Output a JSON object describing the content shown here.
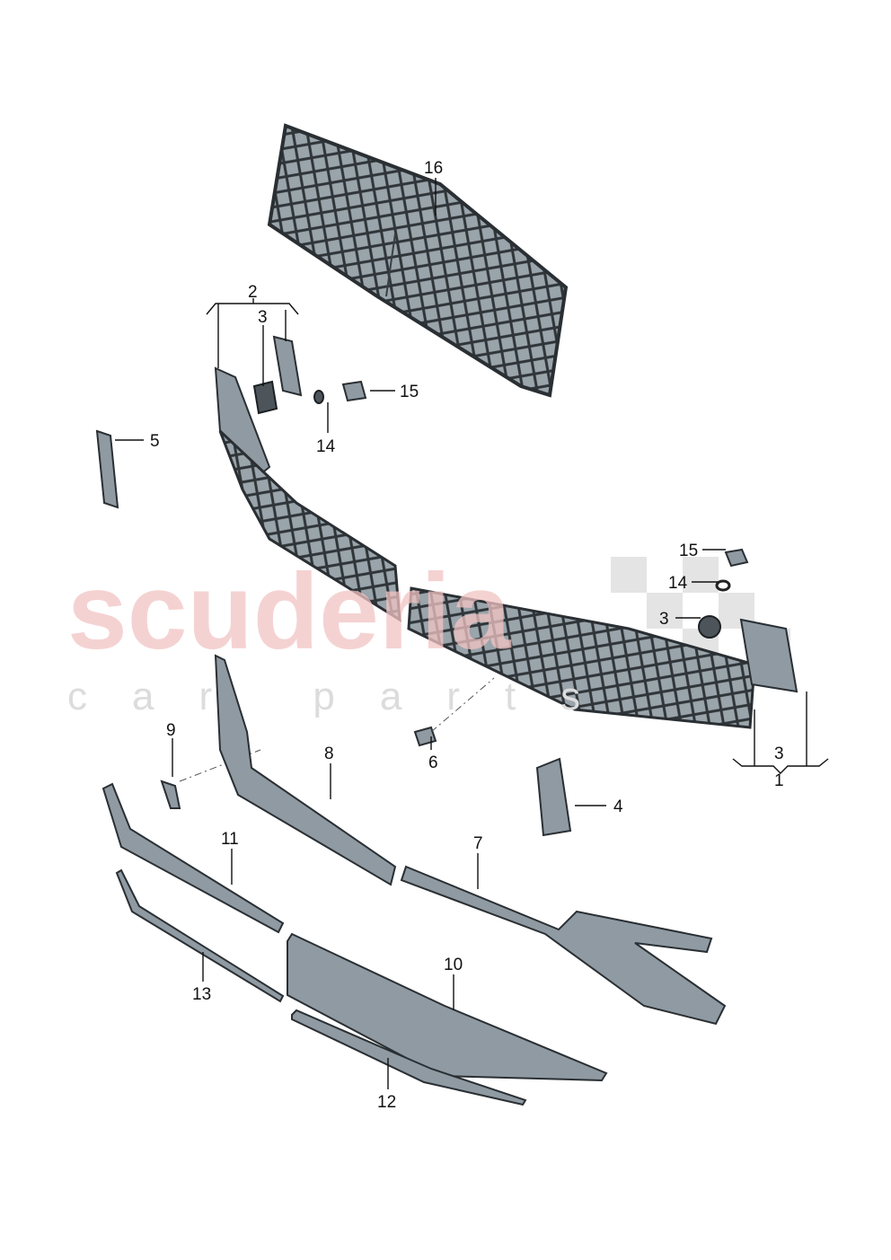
{
  "diagram": {
    "watermark": {
      "brand": "scuderia",
      "sub": "car parts"
    },
    "colors": {
      "part": "#8f9aa2",
      "outline": "#2a2f33",
      "watermark": "#f2c4c4"
    },
    "callouts": [
      {
        "id": "c16",
        "label": "16"
      },
      {
        "id": "c2",
        "label": "2"
      },
      {
        "id": "c3a",
        "label": "3"
      },
      {
        "id": "c15a",
        "label": "15"
      },
      {
        "id": "c14a",
        "label": "14"
      },
      {
        "id": "c5",
        "label": "5"
      },
      {
        "id": "c15b",
        "label": "15"
      },
      {
        "id": "c14b",
        "label": "14"
      },
      {
        "id": "c3b",
        "label": "3"
      },
      {
        "id": "c6",
        "label": "6"
      },
      {
        "id": "c3c",
        "label": "3"
      },
      {
        "id": "c1",
        "label": "1"
      },
      {
        "id": "c9",
        "label": "9"
      },
      {
        "id": "c8",
        "label": "8"
      },
      {
        "id": "c4",
        "label": "4"
      },
      {
        "id": "c11",
        "label": "11"
      },
      {
        "id": "c7",
        "label": "7"
      },
      {
        "id": "c10",
        "label": "10"
      },
      {
        "id": "c13",
        "label": "13"
      },
      {
        "id": "c12",
        "label": "12"
      }
    ]
  }
}
